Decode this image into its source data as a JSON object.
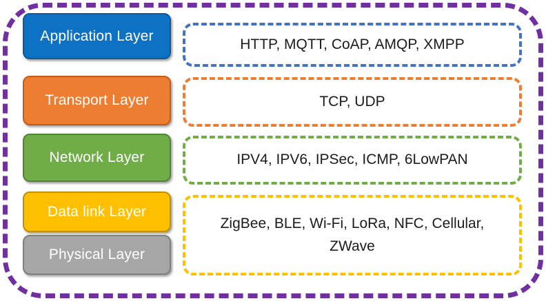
{
  "canvas": {
    "background": "#ffffff"
  },
  "outer_border": {
    "color": "#7030A0",
    "style": "dashed"
  },
  "layers": [
    {
      "id": "application",
      "label": "Application Layer",
      "fill": "#0E72C4",
      "border": "#0B5A9B",
      "text_color": "#ffffff"
    },
    {
      "id": "transport",
      "label": "Transport Layer",
      "fill": "#ED7D31",
      "border": "#C55A11",
      "text_color": "#ffffff"
    },
    {
      "id": "network",
      "label": "Network Layer",
      "fill": "#70AD47",
      "border": "#548235",
      "text_color": "#ffffff"
    },
    {
      "id": "datalink",
      "label": "Data link Layer",
      "fill": "#FFC000",
      "border": "#BF9000",
      "text_color": "#ffffff"
    },
    {
      "id": "physical",
      "label": "Physical Layer",
      "fill": "#A6A6A6",
      "border": "#7F7F7F",
      "text_color": "#ffffff"
    }
  ],
  "protocol_boxes": [
    {
      "id": "application-protocols",
      "text": "HTTP, MQTT, CoAP, AMQP, XMPP",
      "border_color": "#4472C4"
    },
    {
      "id": "transport-protocols",
      "text": "TCP, UDP",
      "border_color": "#ED7D31"
    },
    {
      "id": "network-protocols",
      "text": "IPV4, IPV6, IPSec, ICMP, 6LowPAN",
      "border_color": "#70AD47"
    },
    {
      "id": "link-physical-protocols",
      "text": "ZigBee, BLE, Wi-Fi, LoRa, NFC, Cellular, ZWave",
      "border_color": "#FFC000"
    }
  ]
}
